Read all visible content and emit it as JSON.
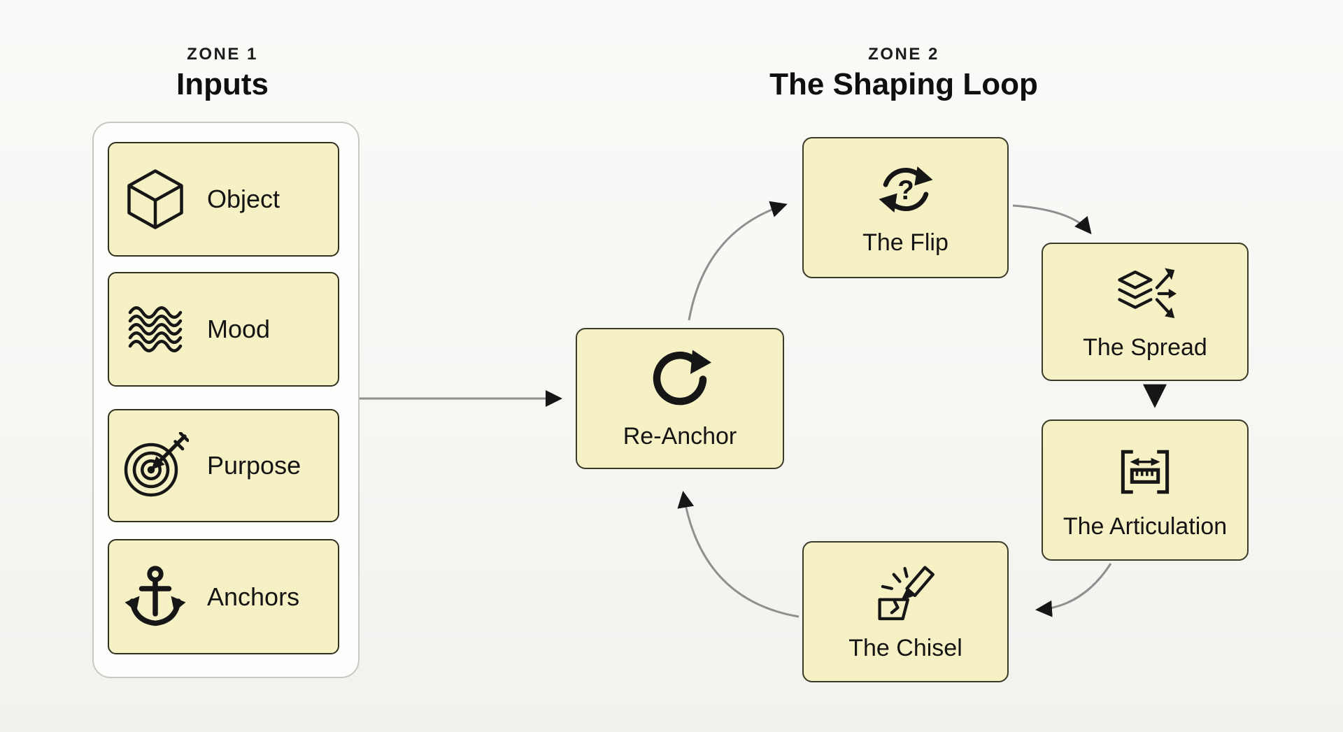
{
  "zone1": {
    "label": "ZONE 1",
    "title": "Inputs",
    "items": [
      {
        "label": "Object",
        "icon": "cube-icon"
      },
      {
        "label": "Mood",
        "icon": "waves-icon"
      },
      {
        "label": "Purpose",
        "icon": "target-arrow-icon"
      },
      {
        "label": "Anchors",
        "icon": "anchor-icon"
      }
    ]
  },
  "zone2": {
    "label": "ZONE 2",
    "title": "The Shaping Loop",
    "nodes": [
      {
        "label": "Re-Anchor",
        "icon": "refresh-loop-icon"
      },
      {
        "label": "The Flip",
        "icon": "flip-cycle-question-icon"
      },
      {
        "label": "The Spread",
        "icon": "layers-spread-icon"
      },
      {
        "label": "The Articulation",
        "icon": "measure-brackets-icon"
      },
      {
        "label": "The Chisel",
        "icon": "chisel-carve-icon"
      }
    ],
    "flow": [
      "Inputs",
      "Re-Anchor",
      "The Flip",
      "The Spread",
      "The Articulation",
      "The Chisel",
      "Re-Anchor"
    ]
  },
  "colors": {
    "background": "#f7f7f4",
    "box_fill": "#f6f1c5",
    "box_border": "#30301f",
    "frame_border": "#c7c7c4",
    "arrow_line": "#8f8f8f",
    "arrow_head": "#161616",
    "text": "#141414"
  }
}
